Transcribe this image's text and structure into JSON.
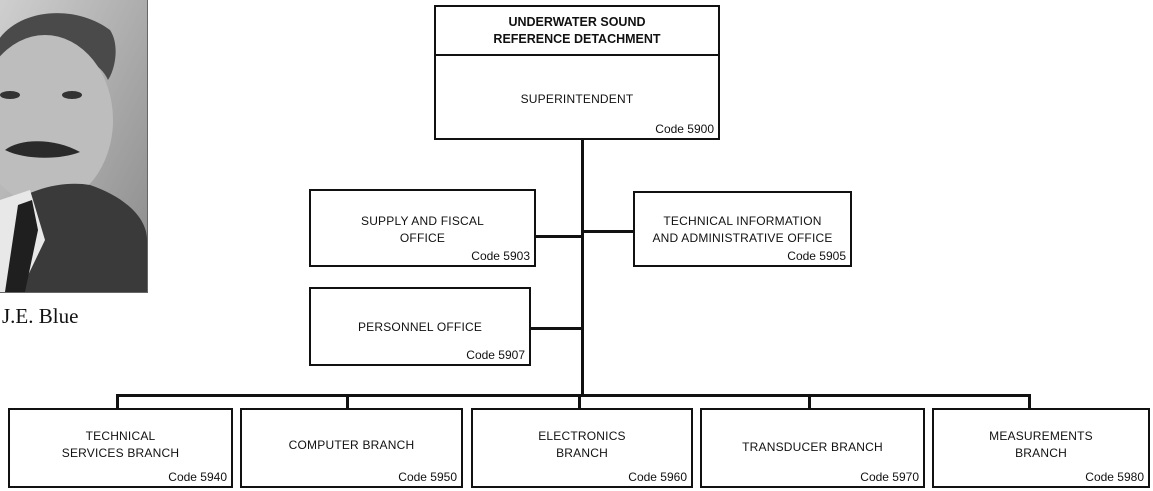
{
  "portrait": {
    "caption": "J.E. Blue"
  },
  "top_unit": {
    "title_line1": "UNDERWATER SOUND",
    "title_line2": "REFERENCE DETACHMENT",
    "role": "SUPERINTENDENT",
    "code": "Code 5900"
  },
  "offices": [
    {
      "line1": "SUPPLY AND FISCAL",
      "line2": "OFFICE",
      "code": "Code 5903"
    },
    {
      "line1": "TECHNICAL INFORMATION",
      "line2": "AND ADMINISTRATIVE OFFICE",
      "code": "Code 5905"
    },
    {
      "line1": "PERSONNEL OFFICE",
      "line2": "",
      "code": "Code 5907"
    }
  ],
  "branches": [
    {
      "line1": "TECHNICAL",
      "line2": "SERVICES BRANCH",
      "code": "Code 5940"
    },
    {
      "line1": "COMPUTER BRANCH",
      "line2": "",
      "code": "Code 5950"
    },
    {
      "line1": "ELECTRONICS",
      "line2": "BRANCH",
      "code": "Code 5960"
    },
    {
      "line1": "TRANSDUCER BRANCH",
      "line2": "",
      "code": "Code 5970"
    },
    {
      "line1": "MEASUREMENTS",
      "line2": "BRANCH",
      "code": "Code 5980"
    }
  ]
}
